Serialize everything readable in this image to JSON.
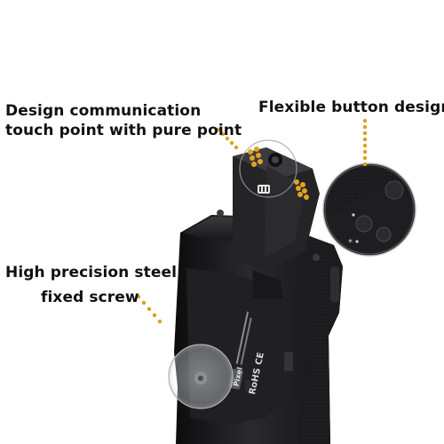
{
  "callouts": {
    "contacts": {
      "line1": "Design communication",
      "line2": "touch point with pure point"
    },
    "buttons": {
      "text": "Flexible button design"
    },
    "screw": {
      "line1": "High precision steel",
      "line2": "fixed screw"
    }
  },
  "product": {
    "brand": "Pixel",
    "compliance_marks": [
      "RoHS",
      "CE"
    ]
  },
  "colors": {
    "background": "#ffffff",
    "grip_body": "#1b1b1d",
    "callout_dots": "#d9a21b",
    "text": "#111111"
  }
}
